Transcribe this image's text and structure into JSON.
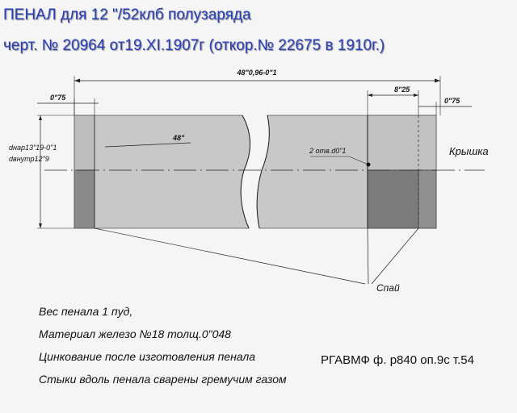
{
  "title": {
    "line1": "ПЕНАЛ для 12 \"/52клб полузаряда",
    "line2": "черт. № 20964 от19.XI.1907г (откор.№ 22675 в 1910г.)"
  },
  "dimensions": {
    "overall_length": "48\"0,96-0\"1",
    "left_bottom": "0\"75",
    "inner_length": "48\"",
    "cap_length": "8\"25",
    "right_bottom": "0\"75",
    "outer_diameter": "dнар13\"19-0\"1",
    "inner_diameter": "dвнутр12\"9",
    "holes": "2 отв.d0\"1"
  },
  "labels": {
    "cap": "Крышка",
    "seam": "Спай"
  },
  "notes": [
    "Вес пенала 1 пуд,",
    "Материал железо №18 толщ.0\"048",
    "Цинкование после изготовления пенала",
    "Стыки вдоль пенала сварены гремучим газом"
  ],
  "archive": "РГАВМФ ф. р840 оп.9с т.54",
  "colors": {
    "title": "#2b3fb8",
    "body": "#c8c8c8",
    "end_parts": "#8c8c8c",
    "cap_fill": "#7a7a7a"
  }
}
